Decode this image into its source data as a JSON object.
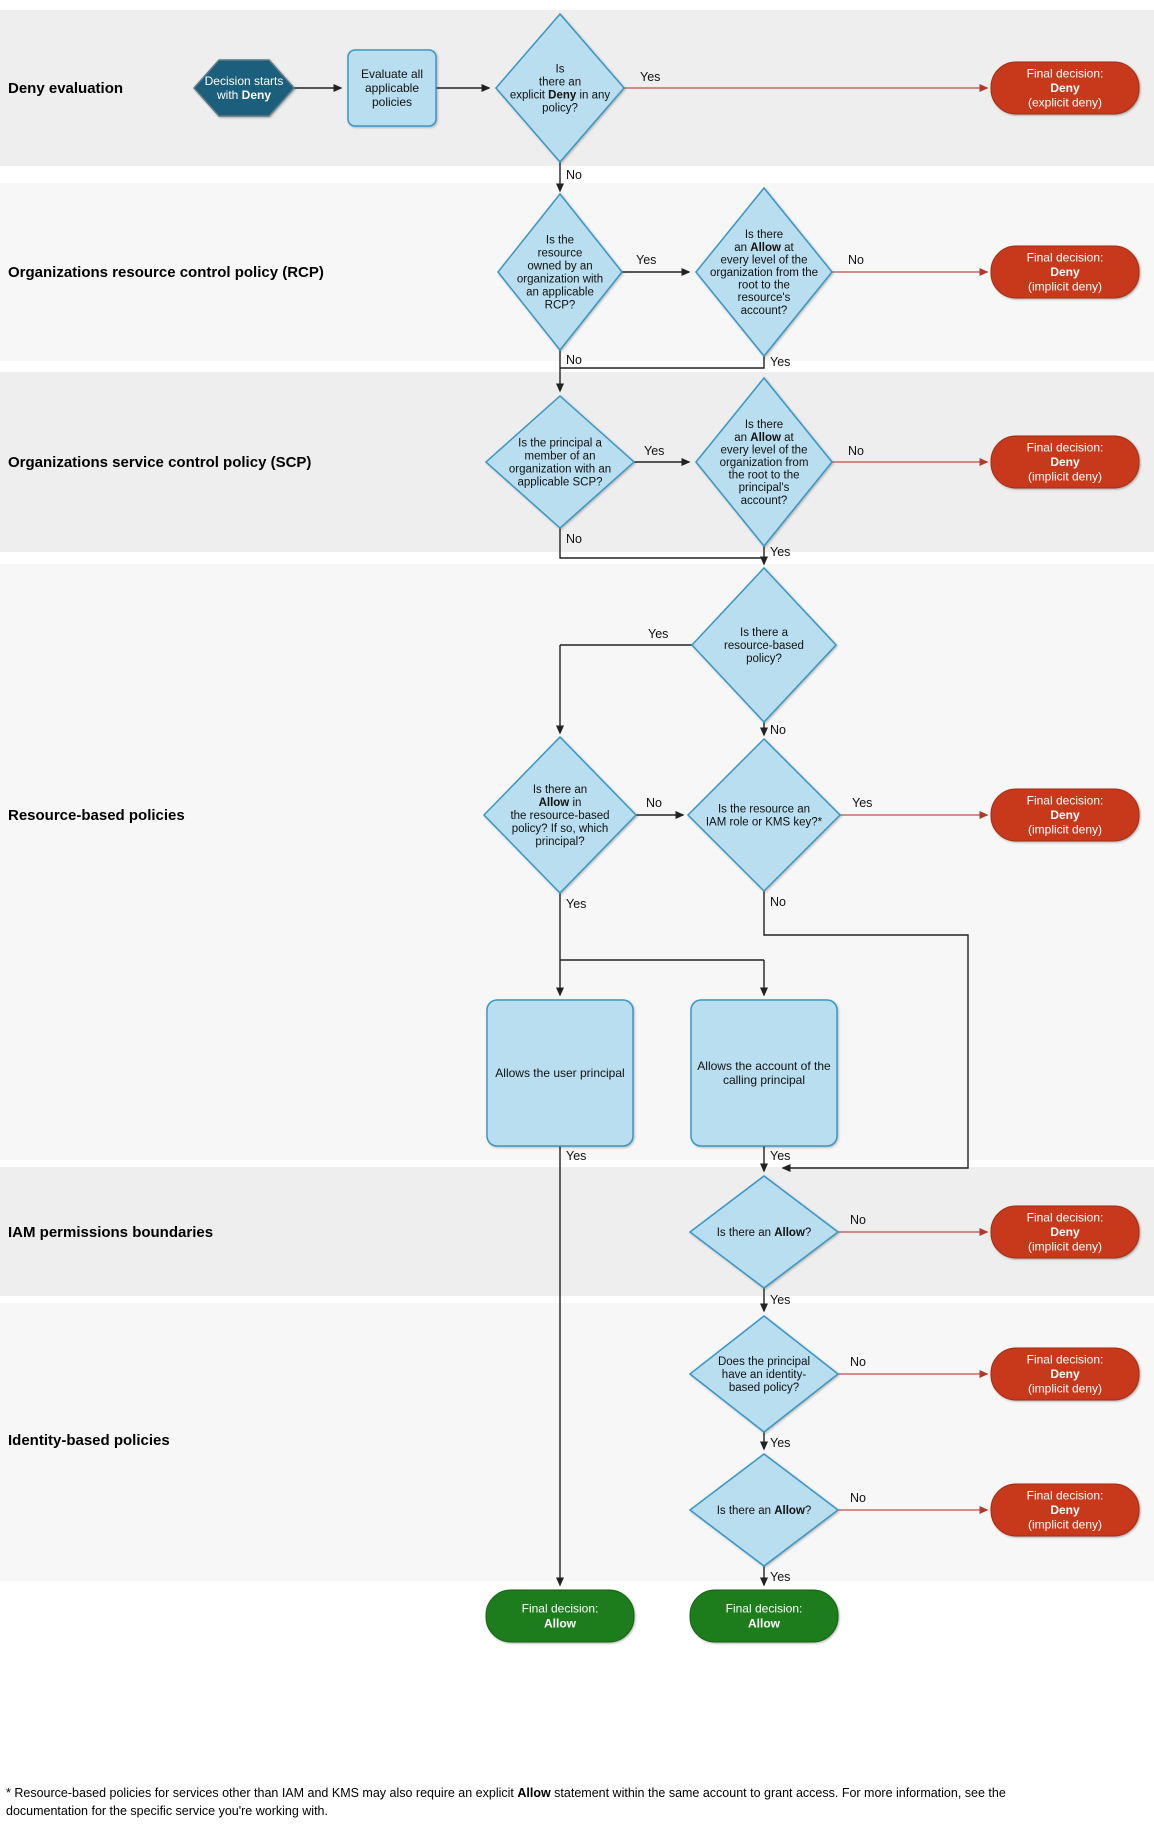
{
  "rows": [
    {
      "label": "Deny evaluation"
    },
    {
      "label": "Organizations resource control policy (RCP)"
    },
    {
      "label": "Organizations service control policy (SCP)"
    },
    {
      "label": "Resource-based policies"
    },
    {
      "label": "IAM permissions boundaries"
    },
    {
      "label": "Identity-based policies"
    }
  ],
  "labels": {
    "yes": "Yes",
    "no": "No"
  },
  "nodes": {
    "start": {
      "lines": [
        [
          [
            "Decision starts",
            0
          ]
        ],
        [
          [
            "with ",
            0
          ],
          [
            "Deny",
            1
          ]
        ]
      ]
    },
    "evaluate": {
      "lines": [
        [
          [
            "Evaluate all",
            0
          ]
        ],
        [
          [
            "applicable",
            0
          ]
        ],
        [
          [
            "policies",
            0
          ]
        ]
      ]
    },
    "q_explicit": {
      "lines": [
        [
          [
            "Is",
            0
          ]
        ],
        [
          [
            "there an",
            0
          ]
        ],
        [
          [
            "explicit ",
            0
          ],
          [
            "Deny",
            1
          ],
          [
            " in any",
            0
          ]
        ],
        [
          [
            "policy?",
            0
          ]
        ]
      ]
    },
    "q_rcp": {
      "lines": [
        [
          [
            "Is the",
            0
          ]
        ],
        [
          [
            "resource",
            0
          ]
        ],
        [
          [
            "owned by an",
            0
          ]
        ],
        [
          [
            "organization with",
            0
          ]
        ],
        [
          [
            "an applicable",
            0
          ]
        ],
        [
          [
            "RCP?",
            0
          ]
        ]
      ]
    },
    "q_rcp_allow": {
      "lines": [
        [
          [
            "Is there",
            0
          ]
        ],
        [
          [
            "an ",
            0
          ],
          [
            "Allow",
            1
          ],
          [
            " at",
            0
          ]
        ],
        [
          [
            "every level of the",
            0
          ]
        ],
        [
          [
            "organization from the",
            0
          ]
        ],
        [
          [
            "root to the",
            0
          ]
        ],
        [
          [
            "resource's",
            0
          ]
        ],
        [
          [
            "account?",
            0
          ]
        ]
      ]
    },
    "q_scp": {
      "lines": [
        [
          [
            "Is the principal a",
            0
          ]
        ],
        [
          [
            "member of an",
            0
          ]
        ],
        [
          [
            "organization with an",
            0
          ]
        ],
        [
          [
            "applicable SCP?",
            0
          ]
        ]
      ]
    },
    "q_scp_allow": {
      "lines": [
        [
          [
            "Is there",
            0
          ]
        ],
        [
          [
            "an ",
            0
          ],
          [
            "Allow",
            1
          ],
          [
            " at",
            0
          ]
        ],
        [
          [
            "every level of the",
            0
          ]
        ],
        [
          [
            "organization from",
            0
          ]
        ],
        [
          [
            "the root to the",
            0
          ]
        ],
        [
          [
            "principal's",
            0
          ]
        ],
        [
          [
            "account?",
            0
          ]
        ]
      ]
    },
    "q_rbp": {
      "lines": [
        [
          [
            "Is there a",
            0
          ]
        ],
        [
          [
            "resource-based",
            0
          ]
        ],
        [
          [
            "policy?",
            0
          ]
        ]
      ]
    },
    "q_rbp_allow": {
      "lines": [
        [
          [
            "Is there an",
            0
          ]
        ],
        [
          [
            "Allow",
            1
          ],
          [
            " in",
            0
          ]
        ],
        [
          [
            "the resource-based",
            0
          ]
        ],
        [
          [
            "policy? If so, which",
            0
          ]
        ],
        [
          [
            "principal?",
            0
          ]
        ]
      ]
    },
    "q_iam_kms": {
      "lines": [
        [
          [
            "Is the resource an",
            0
          ]
        ],
        [
          [
            "IAM role or KMS key?*",
            0
          ]
        ]
      ]
    },
    "box_user": {
      "lines": [
        [
          [
            "Allows the user principal",
            0
          ]
        ]
      ]
    },
    "box_account": {
      "lines": [
        [
          [
            "Allows the account of the",
            0
          ]
        ],
        [
          [
            "calling principal",
            0
          ]
        ]
      ]
    },
    "q_allow": {
      "lines": [
        [
          [
            "Is there an ",
            0
          ],
          [
            "Allow",
            1
          ],
          [
            "?",
            0
          ]
        ]
      ]
    },
    "q_identity": {
      "lines": [
        [
          [
            "Does the principal",
            0
          ]
        ],
        [
          [
            "have an identity-",
            0
          ]
        ],
        [
          [
            "based policy?",
            0
          ]
        ]
      ]
    },
    "deny_explicit": {
      "lines": [
        [
          [
            "Final decision:",
            0
          ]
        ],
        [
          [
            "Deny",
            1
          ]
        ],
        [
          [
            "(explicit deny)",
            0
          ]
        ]
      ]
    },
    "deny_implicit": {
      "lines": [
        [
          [
            "Final decision:",
            0
          ]
        ],
        [
          [
            "Deny",
            1
          ]
        ],
        [
          [
            "(implicit deny)",
            0
          ]
        ]
      ]
    },
    "allow_final": {
      "lines": [
        [
          [
            "Final decision:",
            0
          ]
        ],
        [
          [
            "Allow",
            1
          ]
        ]
      ]
    }
  },
  "footnote": {
    "l1a": "* Resource-based policies for services other than IAM and KMS may also require an explicit ",
    "l1b": "Allow",
    "l1c": " statement within the same account to grant access. For more information, see the",
    "l2": "documentation for the specific service you're working with."
  },
  "colors": {
    "band_dark": "#eeeeee",
    "band_light": "#f7f7f7",
    "diamond_fill": "#b8def0",
    "diamond_stroke": "#3a97c4",
    "hex_fill": "#1b5f7d",
    "deny_fill": "#c8391b",
    "allow_fill": "#1d7d1d",
    "line_red": "#c05046",
    "line_black": "#222222"
  }
}
